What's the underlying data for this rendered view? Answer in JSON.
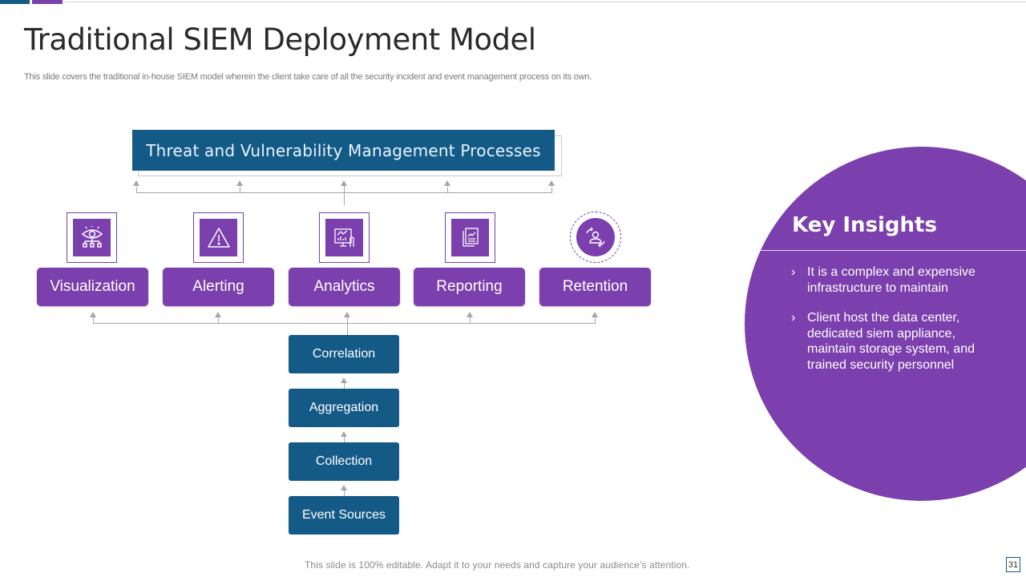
{
  "slide": {
    "title": "Traditional SIEM Deployment Model",
    "subtitle": "This slide covers the traditional in-house SIEM model wherein the client take care of all the security incident and event management process on its own.",
    "footer": "This slide is 100% editable. Adapt it to your needs and capture your audience’s attention.",
    "page_number": "31"
  },
  "colors": {
    "blue": "#145a87",
    "purple": "#7b3fae",
    "connector": "#a6a6a6"
  },
  "diagram": {
    "top_box": "Threat and Vulnerability Management Processes",
    "categories": [
      {
        "label": "Visualization",
        "icon": "eye-network-icon"
      },
      {
        "label": "Alerting",
        "icon": "warning-triangle-icon"
      },
      {
        "label": "Analytics",
        "icon": "analytics-board-icon"
      },
      {
        "label": "Reporting",
        "icon": "report-document-icon"
      },
      {
        "label": "Retention",
        "icon": "user-cycle-icon"
      }
    ],
    "stack": [
      {
        "label": "Correlation"
      },
      {
        "label": "Aggregation"
      },
      {
        "label": "Collection"
      },
      {
        "label": "Event Sources"
      }
    ]
  },
  "insights": {
    "title": "Key Insights",
    "bullet_glyph": "›",
    "items": [
      "It is a complex and expensive infrastructure  to maintain",
      "Client host the data center, dedicated siem appliance, maintain storage system, and trained security personnel"
    ]
  }
}
